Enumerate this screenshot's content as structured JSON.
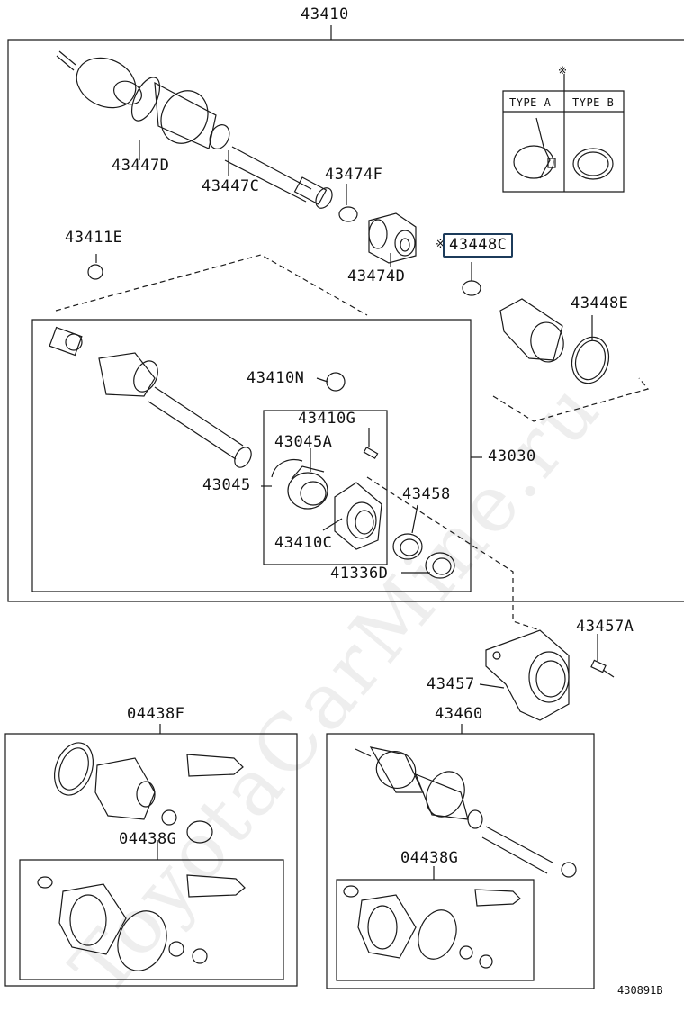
{
  "watermark": "ToyotaCarMine.ru",
  "part_numbers": {
    "p43410": "43410",
    "p43447D": "43447D",
    "p43447C": "43447C",
    "p43474F": "43474F",
    "p43474D": "43474D",
    "p43411E": "43411E",
    "p43448C": "43448C",
    "p43448C_mark": "※",
    "p43448E": "43448E",
    "p43410N": "43410N",
    "p43410G": "43410G",
    "p43045A": "43045A",
    "p43030": "43030",
    "p43045": "43045",
    "p43458": "43458",
    "p43410C": "43410C",
    "p41336D": "41336D",
    "p43457A": "43457A",
    "p43457": "43457",
    "p04438F": "04438F",
    "p43460": "43460",
    "p04438G_left": "04438G",
    "p04438G_right": "04438G"
  },
  "type_box": {
    "mark": "※",
    "type_a": "TYPE A",
    "type_b": "TYPE B"
  },
  "footer": {
    "drawing_id": "430891B"
  },
  "colors": {
    "line": "#1a1a1a",
    "highlight_border": "#1c3b5a",
    "watermark": "#eeeeee"
  }
}
